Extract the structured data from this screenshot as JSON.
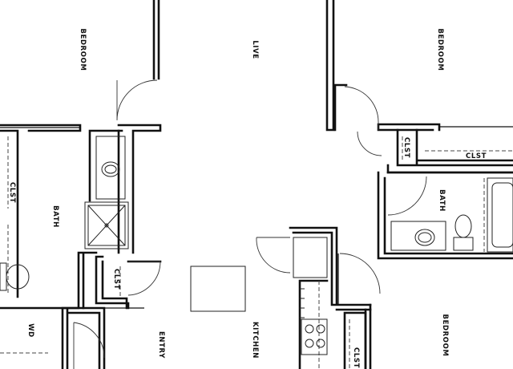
{
  "rooms": {
    "bedroom_left": "BEDROOM",
    "live": "LIVE",
    "bedroom_right": "BEDROOM",
    "clst_left": "CLST",
    "bath_left": "BATH",
    "clst_mid": "CLST",
    "wd": "WD",
    "entry": "ENTRY",
    "kitchen": "KITCHEN",
    "clst_right_small": "CLST",
    "clst_right": "CLST",
    "bath_right": "BATH",
    "bedroom_lower_right": "BEDROOM",
    "clst_lower_right": "CLST"
  }
}
